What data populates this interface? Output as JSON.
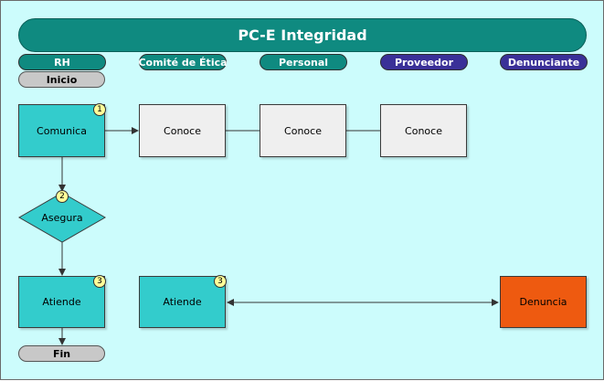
{
  "diagram": {
    "title": "PC-E Integridad",
    "lanes": [
      {
        "label": "RH",
        "color": "#0f8a80"
      },
      {
        "label": "Comité de Ética",
        "color": "#0f8a80"
      },
      {
        "label": "Personal",
        "color": "#0f8a80"
      },
      {
        "label": "Proveedor",
        "color": "#3a3098"
      },
      {
        "label": "Denunciante",
        "color": "#3a3098"
      }
    ],
    "start_label": "Inicio",
    "end_label": "Fin",
    "nodes": {
      "comunica": {
        "label": "Comunica",
        "step": "1"
      },
      "conoce_1": {
        "label": "Conoce"
      },
      "conoce_2": {
        "label": "Conoce"
      },
      "conoce_3": {
        "label": "Conoce"
      },
      "asegura": {
        "label": "Asegura",
        "step": "2"
      },
      "atiende_rh": {
        "label": "Atiende",
        "step": "3"
      },
      "atiende_comite": {
        "label": "Atiende",
        "step": "3"
      },
      "denuncia": {
        "label": "Denuncia"
      }
    },
    "colors": {
      "activity": "#33cccc",
      "reference": "#efefef",
      "external": "#ee5a10",
      "terminal": "#c8c8c8",
      "background": "#ccfcfc"
    }
  }
}
